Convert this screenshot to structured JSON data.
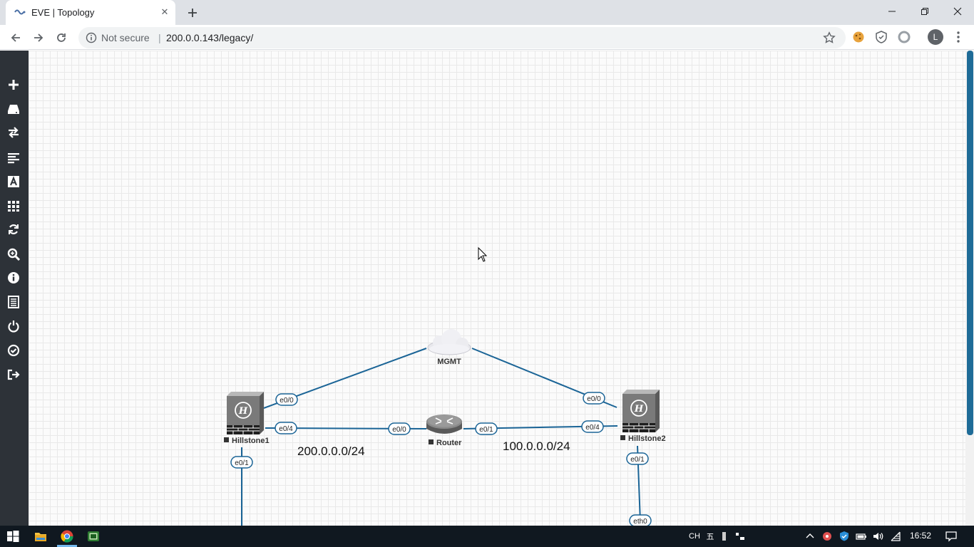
{
  "browser": {
    "tab_title": "EVE | Topology",
    "close_glyph": "✕",
    "security_text": "Not secure",
    "separator": "|",
    "url": "200.0.0.143/legacy/",
    "profile_initial": "L"
  },
  "sidebar": {
    "items": [
      {
        "icon": "plus-icon"
      },
      {
        "icon": "network-drive-icon"
      },
      {
        "icon": "exchange-arrows-icon"
      },
      {
        "icon": "align-left-icon"
      },
      {
        "icon": "text-font-icon"
      },
      {
        "icon": "grid-apps-icon"
      },
      {
        "icon": "refresh-icon"
      },
      {
        "icon": "zoom-icon"
      },
      {
        "icon": "info-icon"
      },
      {
        "icon": "list-icon"
      },
      {
        "icon": "power-icon"
      },
      {
        "icon": "check-circle-icon"
      },
      {
        "icon": "logout-icon"
      }
    ]
  },
  "topology": {
    "nodes": {
      "mgmt": "MGMT",
      "hillstone1": "Hillstone1",
      "hillstone2": "Hillstone2",
      "router": "Router"
    },
    "ports": {
      "h1_e00": "e0/0",
      "h1_e04": "e0/4",
      "h1_e01": "e0/1",
      "r_e00": "e0/0",
      "r_e01": "e0/1",
      "h2_e00": "e0/0",
      "h2_e04": "e0/4",
      "h2_e01": "e0/1",
      "eth0": "eth0"
    },
    "networks": {
      "left": "200.0.0.0/24",
      "right": "100.0.0.0/24"
    },
    "link_color": "#1a6496",
    "node_status_color": "#333333"
  },
  "taskbar": {
    "ime_text": "CH",
    "ime_mode": "五",
    "clock": "16:52"
  }
}
